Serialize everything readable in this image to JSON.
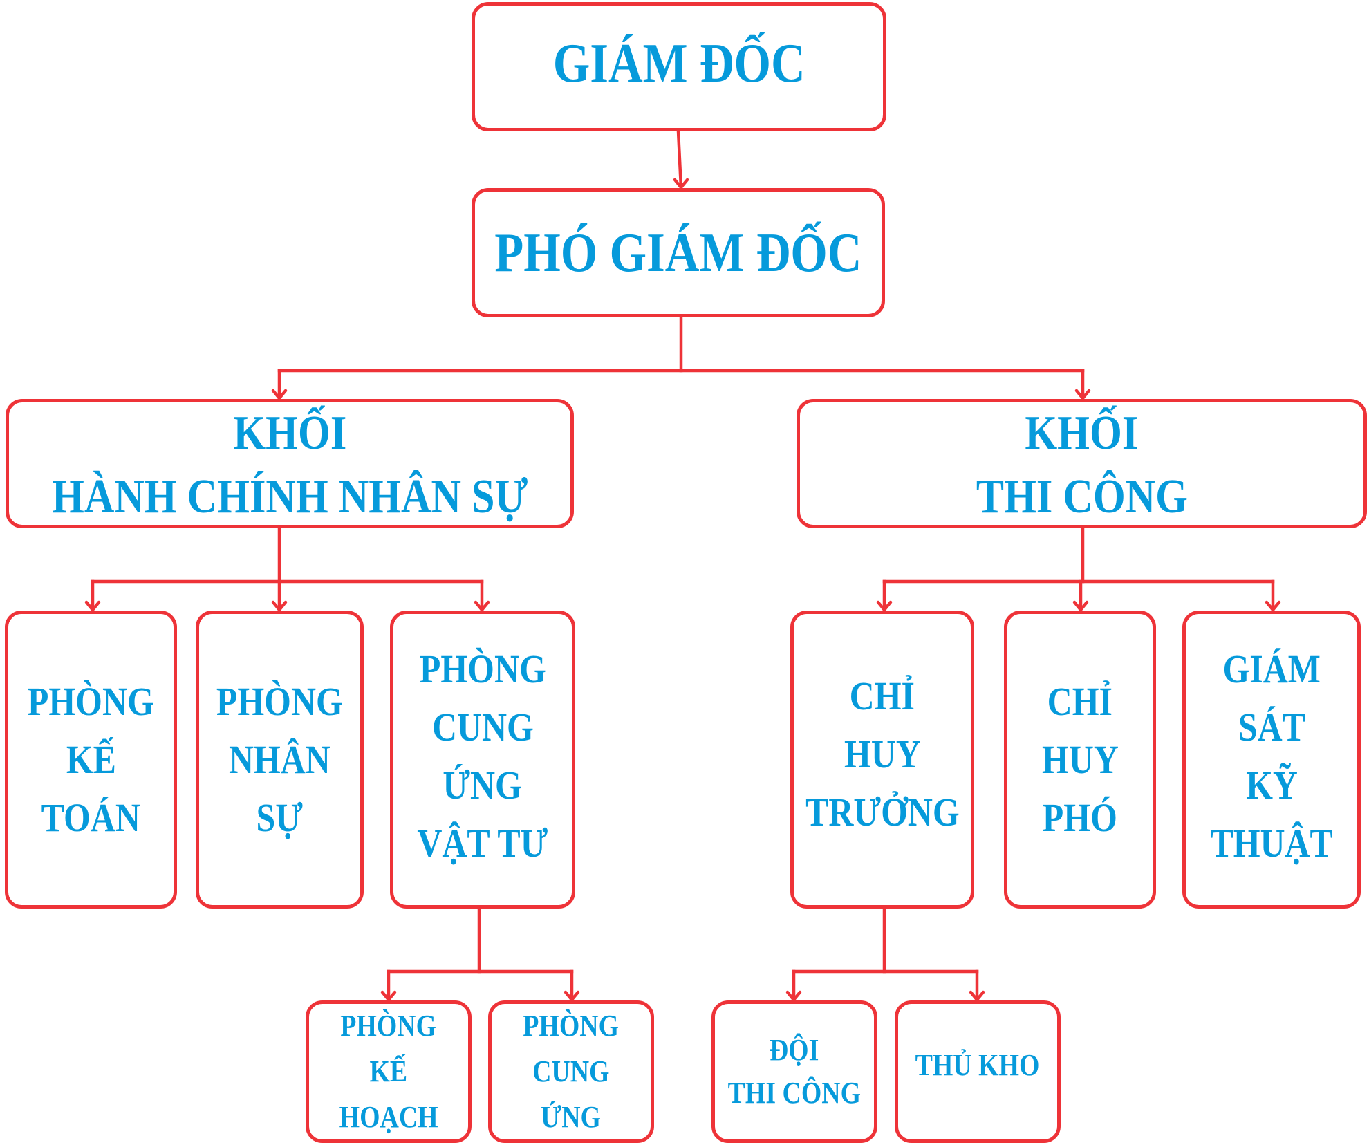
{
  "diagram": {
    "type": "org-chart",
    "colors": {
      "border": "#EE3338",
      "text": "#069ADB",
      "background": "#FFFFFF"
    },
    "nodes": [
      {
        "id": "giam-doc",
        "level": 1,
        "lines": [
          "GIÁM ĐỐC"
        ]
      },
      {
        "id": "pho-giam-doc",
        "level": 1,
        "lines": [
          "PHÓ GIÁM ĐỐC"
        ]
      },
      {
        "id": "khoi-hcns",
        "level": 2,
        "lines": [
          "KHỐI",
          "HÀNH CHÍNH NHÂN SỰ"
        ]
      },
      {
        "id": "khoi-tc",
        "level": 2,
        "lines": [
          "KHỐI",
          "THI CÔNG"
        ]
      },
      {
        "id": "p-ketoan",
        "level": 3,
        "lines": [
          "PHÒNG",
          "KẾ",
          "TOÁN"
        ]
      },
      {
        "id": "p-nhansu",
        "level": 3,
        "lines": [
          "PHÒNG",
          "NHÂN",
          "SỰ"
        ]
      },
      {
        "id": "p-cuvt",
        "level": 3,
        "lines": [
          "PHÒNG",
          "CUNG",
          "ỨNG",
          "VẬT TƯ"
        ]
      },
      {
        "id": "cht",
        "level": 3,
        "lines": [
          "CHỈ",
          "HUY",
          "TRƯỞNG"
        ]
      },
      {
        "id": "chp",
        "level": 3,
        "lines": [
          "CHỈ",
          "HUY",
          "PHÓ"
        ]
      },
      {
        "id": "gskt",
        "level": 3,
        "lines": [
          "GIÁM",
          "SÁT",
          "KỸ",
          "THUẬT"
        ]
      },
      {
        "id": "p-kehoach",
        "level": 4,
        "lines": [
          "PHÒNG",
          "KẾ",
          "HOẠCH"
        ]
      },
      {
        "id": "p-cungung",
        "level": 4,
        "lines": [
          "PHÒNG",
          "CUNG",
          "ỨNG"
        ]
      },
      {
        "id": "doi-tc",
        "level": 4,
        "lines": [
          "ĐỘI",
          "THI CÔNG"
        ]
      },
      {
        "id": "thukho",
        "level": 4,
        "lines": [
          "THỦ KHO"
        ]
      }
    ],
    "edges": [
      {
        "from": "giam-doc",
        "to": [
          "pho-giam-doc"
        ]
      },
      {
        "from": "pho-giam-doc",
        "to": [
          "khoi-hcns",
          "khoi-tc"
        ]
      },
      {
        "from": "khoi-hcns",
        "to": [
          "p-ketoan",
          "p-nhansu",
          "p-cuvt"
        ]
      },
      {
        "from": "khoi-tc",
        "to": [
          "cht",
          "chp",
          "gskt"
        ]
      },
      {
        "from": "p-cuvt",
        "to": [
          "p-kehoach",
          "p-cungung"
        ]
      },
      {
        "from": "cht",
        "to": [
          "doi-tc",
          "thukho"
        ]
      }
    ]
  }
}
